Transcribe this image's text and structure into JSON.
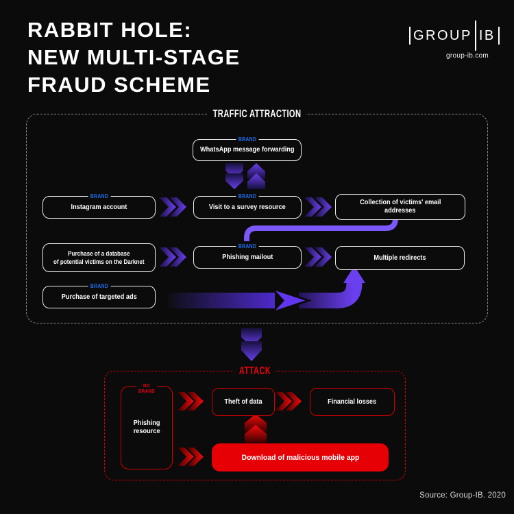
{
  "header": {
    "title_lines": [
      "RABBIT HOLE:",
      "NEW MULTI-STAGE",
      "FRAUD SCHEME"
    ],
    "logo": {
      "text_left": "GROUP",
      "text_right": "IB",
      "website": "group-ib.com"
    }
  },
  "labels": {
    "brand": "BRAND",
    "no_brand_lines": [
      "NO",
      "BRAND"
    ]
  },
  "traffic": {
    "title": "TRAFFIC ATTRACTION",
    "whatsapp": "WhatsApp message forwarding",
    "instagram": "Instagram account",
    "visit": "Visit to a survey resource",
    "collection_lines": [
      "Collection of victims' email",
      "addresses"
    ],
    "purchase_db_lines": [
      "Purchase of a database",
      "of potential victims on the Darknet"
    ],
    "phishing_mailout": "Phishing mailout",
    "multiple_redirects": "Multiple redirects",
    "purchase_ads": "Purchase of targeted ads"
  },
  "attack": {
    "title": "ATTACK",
    "phishing_resource_lines": [
      "Phishing",
      "resource"
    ],
    "theft": "Theft of data",
    "financial": "Financial losses",
    "download": "Download of malicious mobile app"
  },
  "footer": {
    "source": "Source: Group-IB. 2020"
  },
  "colors": {
    "background": "#0b0b0b",
    "purple": "#6a3ff0",
    "purple_dark": "#17103d",
    "curve_purple": "#7c57fa",
    "brand_blue": "#1e6ef0",
    "red": "#e8000f",
    "red_fill": "#e60005",
    "box_border": "#ededed"
  }
}
